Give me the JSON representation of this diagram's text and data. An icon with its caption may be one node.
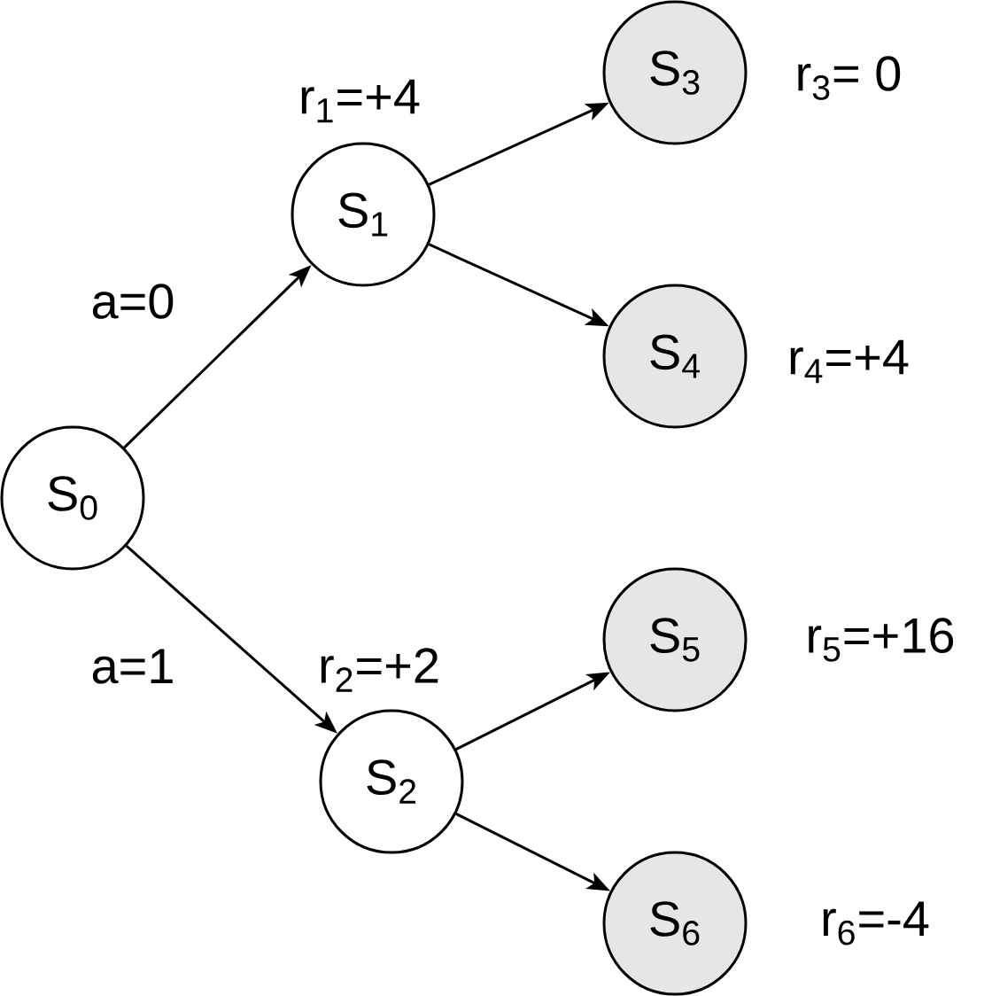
{
  "diagram": {
    "nodes": [
      {
        "text": [
          "S$_{0}$"
        ]
      },
      {
        "text": [
          "S$_{1}$"
        ],
        "beside": [
          "r$_{1}$=+4"
        ]
      },
      {
        "text": [
          "S$_{2}$"
        ],
        "beside": [
          "r$_{2}$=+2"
        ]
      },
      {
        "text": [
          "S$_{3}$"
        ],
        "beside": [
          "r$_{3}$= 0"
        ]
      },
      {
        "text": [
          "S$_{4}$"
        ],
        "beside": [
          "r$_{4}$=+4"
        ]
      },
      {
        "text": [
          "S$_{5}$"
        ],
        "beside": [
          "r$_{5}$=+16"
        ]
      },
      {
        "text": [
          "S$_{6}$"
        ],
        "beside": [
          "r$_{6}$=-4"
        ]
      }
    ],
    "edges": [
      {
        "from": 0,
        "to": 1,
        "arrow": "to",
        "label": "a=0"
      },
      {
        "from": 0,
        "to": 2,
        "arrow": "to",
        "label": "a=1"
      },
      {
        "from": 1,
        "to": 3,
        "arrow": "to"
      },
      {
        "from": 1,
        "to": 4,
        "arrow": "to"
      },
      {
        "from": 2,
        "to": 5,
        "arrow": "to"
      },
      {
        "from": 2,
        "to": 6,
        "arrow": "to"
      }
    ]
  }
}
